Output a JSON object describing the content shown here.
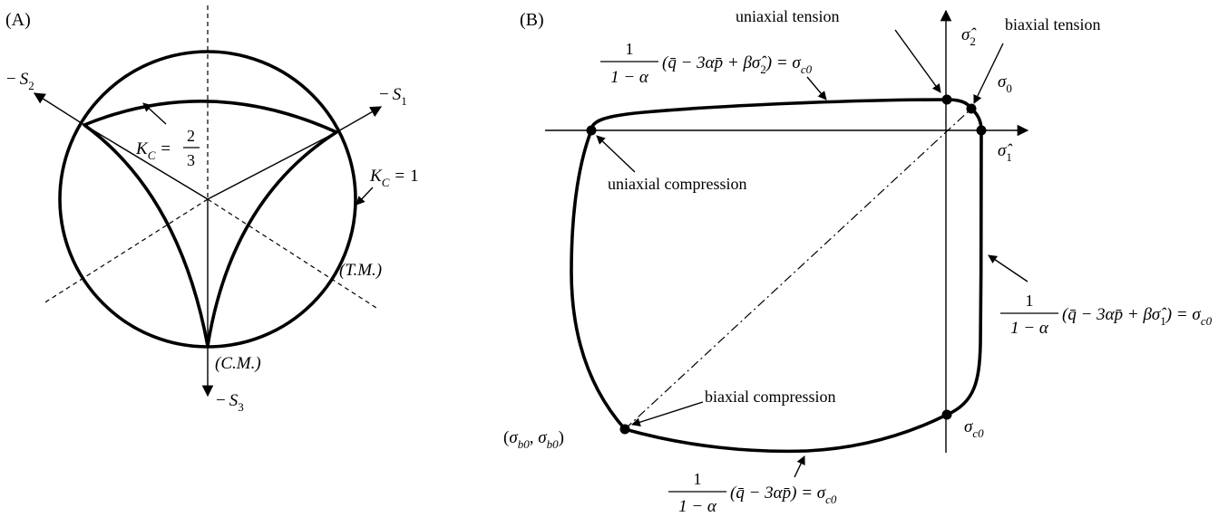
{
  "panel_a": {
    "label": "(A)",
    "s1": {
      "sign": "−",
      "letter": "S",
      "sub": "1"
    },
    "s2": {
      "sign": "−",
      "letter": "S",
      "sub": "2"
    },
    "s3": {
      "sign": "−",
      "letter": "S",
      "sub": "3"
    },
    "kc_inner": {
      "letter": "K",
      "sub": "C",
      "eq": "=",
      "num": "2",
      "den": "3"
    },
    "kc_outer": {
      "letter": "K",
      "sub": "C",
      "eq": "=",
      "val": "1"
    },
    "tm": "(T.M.)",
    "cm": "(C.M.)"
  },
  "panel_b": {
    "label": "(B)",
    "uniaxial_tension": "uniaxial tension",
    "biaxial_tension": "biaxial tension",
    "uniaxial_compression": "uniaxial compression",
    "biaxial_compression": "biaxial compression",
    "sigma2_axis": {
      "letter": "σ̂",
      "sub": "2"
    },
    "sigma1_axis": {
      "letter": "σ̂",
      "sub": "1"
    },
    "sigma0": {
      "letter": "σ",
      "sub": "0"
    },
    "sigmac0": {
      "letter": "σ",
      "sub": "c0"
    },
    "sigmab0": {
      "open": "(",
      "a": "σ",
      "asub": "b0",
      "comma": ", ",
      "b": "σ",
      "bsub": "b0",
      "close": ")"
    },
    "eq_top": {
      "num": "1",
      "den": "1 − α",
      "body": "(q̄ − 3αp̄ + βσ̂",
      "bsub": "2",
      "tail": ") = σ",
      "tsub": "c0"
    },
    "eq_right": {
      "num": "1",
      "den": "1 − α",
      "body": "(q̄ − 3αp̄ + βσ̂",
      "bsub": "1",
      "tail": ") = σ",
      "tsub": "c0"
    },
    "eq_bottom": {
      "num": "1",
      "den": "1 − α",
      "body": "(q̄ − 3αp̄) = σ",
      "tsub": "c0"
    }
  }
}
